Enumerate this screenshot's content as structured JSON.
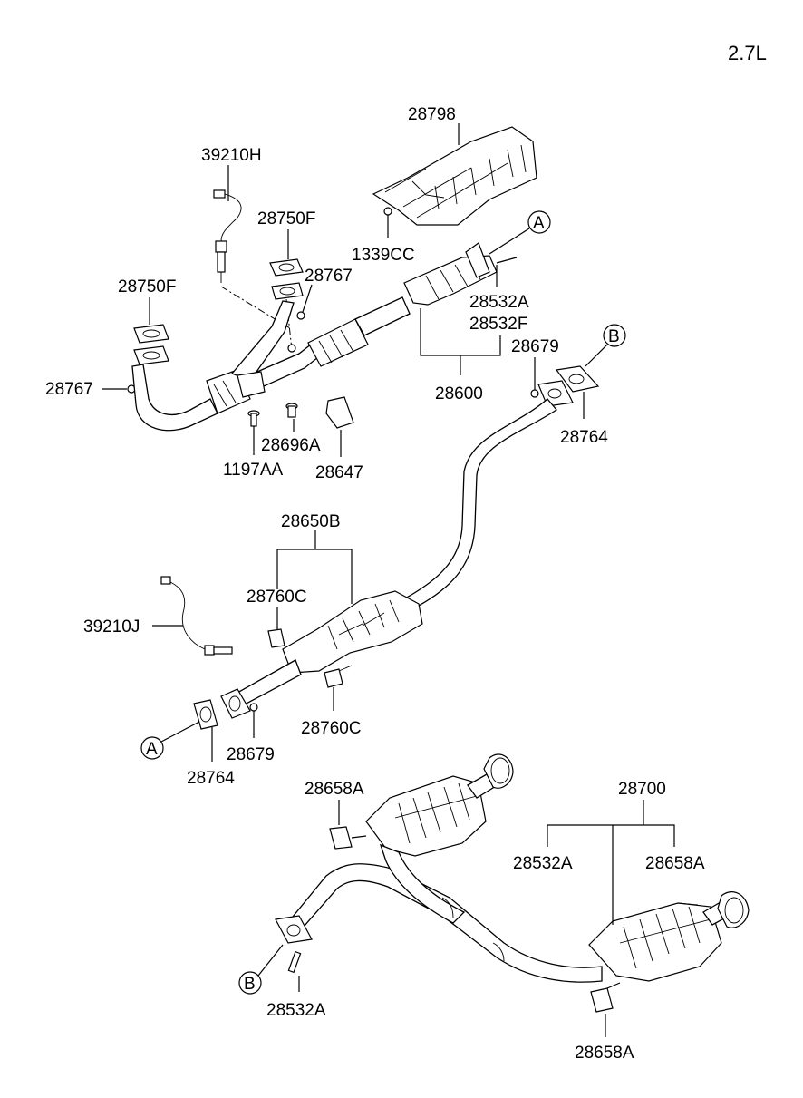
{
  "engine": "2.7L",
  "labels": {
    "p28798": "28798",
    "p39210H": "39210H",
    "p28750F_top": "28750F",
    "p28767_top": "28767",
    "p28750F_left": "28750F",
    "p28767_left": "28767",
    "p1339CC": "1339CC",
    "p28532A_top": "28532A",
    "p28532F": "28532F",
    "p28679_top": "28679",
    "p28600": "28600",
    "p28764_right": "28764",
    "p28696A": "28696A",
    "p1197AA": "1197AA",
    "p28647": "28647",
    "p28650B": "28650B",
    "p28760C_top": "28760C",
    "p39210J": "39210J",
    "p28760C_bottom": "28760C",
    "p28679_bottom": "28679",
    "p28764_left": "28764",
    "p28658A_top": "28658A",
    "p28700": "28700",
    "p28532A_mid": "28532A",
    "p28658A_mid": "28658A",
    "p28532A_bottom": "28532A",
    "p28658A_bottom": "28658A"
  },
  "connectors": {
    "A_top": "A",
    "B_top": "B",
    "A_bottom": "A",
    "B_bottom": "B"
  }
}
